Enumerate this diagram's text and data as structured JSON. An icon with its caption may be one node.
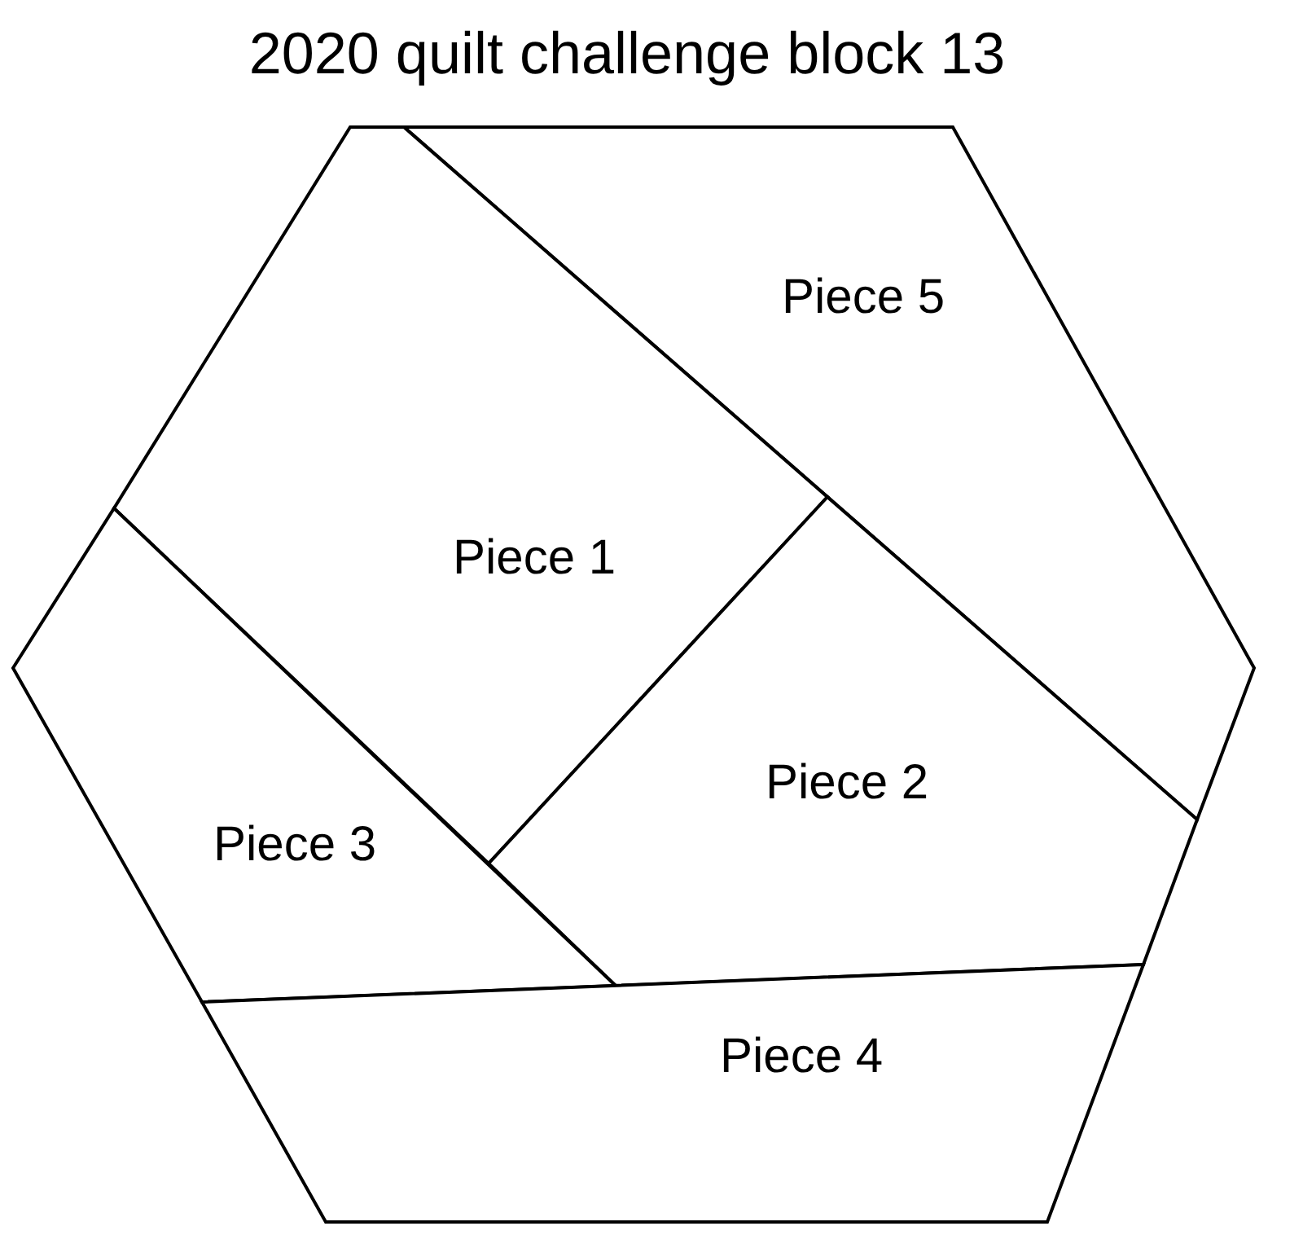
{
  "diagram": {
    "title": "2020 quilt challenge block 13",
    "nodes": [
      {
        "text": [
          "Piece 5"
        ]
      },
      {
        "text": [
          "Piece 1"
        ]
      },
      {
        "text": [
          "Piece 2"
        ]
      },
      {
        "text": [
          "Piece 3"
        ]
      },
      {
        "text": [
          "Piece 4"
        ]
      }
    ]
  }
}
